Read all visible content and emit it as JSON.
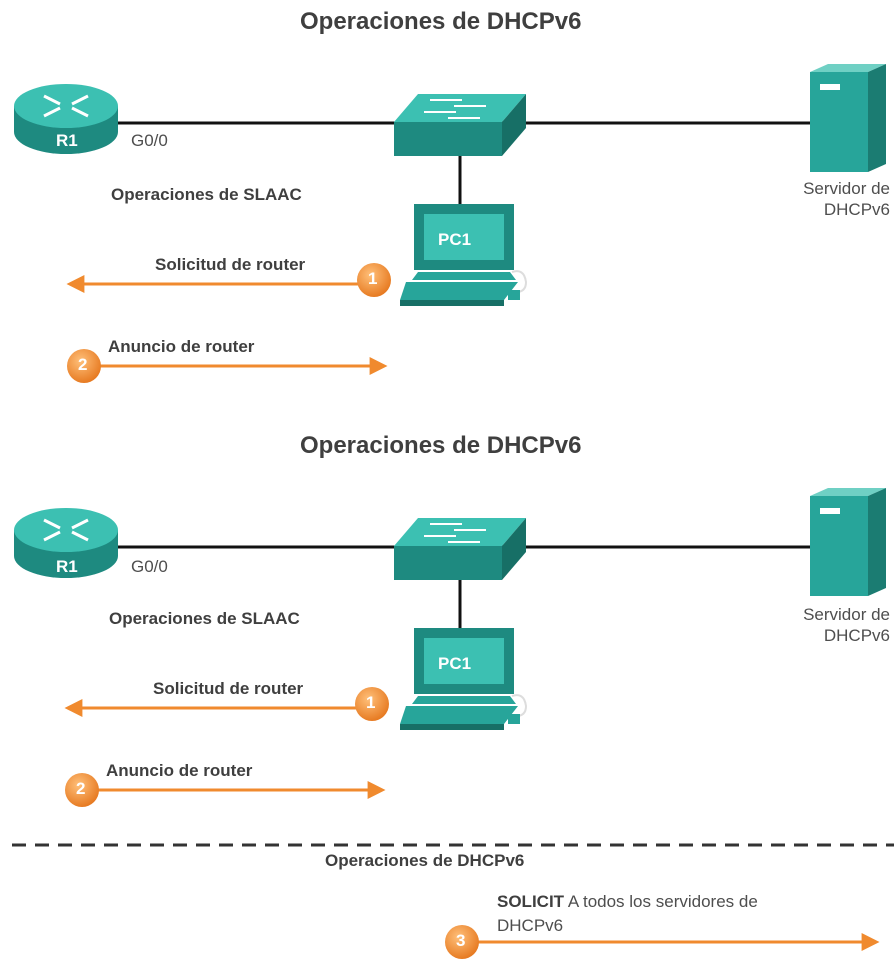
{
  "colors": {
    "teal": "#27a59a",
    "teal_dark": "#1b7c72",
    "teal_light": "#6fd0c4",
    "orange": "#f08a2e",
    "line": "#111111"
  },
  "panel1": {
    "title": "Operaciones de DHCPv6",
    "router_name": "R1",
    "interface": "G0/0",
    "slaac_heading": "Operaciones de SLAAC",
    "pc_name": "PC1",
    "server_label_line1": "Servidor de",
    "server_label_line2": "DHCPv6",
    "step1_num": "1",
    "step1_label": "Solicitud de router",
    "step2_num": "2",
    "step2_label": "Anuncio de router"
  },
  "panel2": {
    "title": "Operaciones de DHCPv6",
    "router_name": "R1",
    "interface": "G0/0",
    "slaac_heading": "Operaciones de SLAAC",
    "pc_name": "PC1",
    "server_label_line1": "Servidor de",
    "server_label_line2": "DHCPv6",
    "step1_num": "1",
    "step1_label": "Solicitud de router",
    "step2_num": "2",
    "step2_label": "Anuncio de router",
    "dhcp_heading": "Operaciones de DHCPv6",
    "step3_num": "3",
    "step3_bold": "SOLICIT",
    "step3_rest_line1": " A todos los servidores de",
    "step3_line2": "DHCPv6"
  }
}
